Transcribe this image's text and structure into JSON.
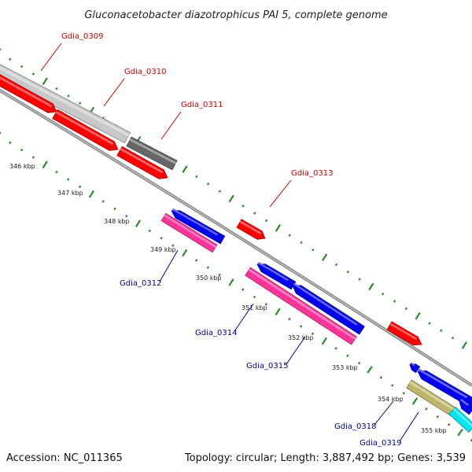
{
  "title": "Gluconacetobacter diazotrophicus PAI 5, complete genome",
  "footer": {
    "accession": "Accession: NC_011365",
    "summary": "Topology: circular; Length: 3,887,492 bp; Genes: 3,539"
  },
  "colors": {
    "forward_label": "#cc0000",
    "reverse_label": "#000099",
    "backbone": "#8c8c8c",
    "tick": "#2a8a2a"
  },
  "kbp_labels": [
    "346 kbp",
    "347 kbp",
    "348 kbp",
    "349 kbp",
    "350 kbp",
    "351 kbp",
    "352 kbp",
    "353 kbp",
    "354 kbp",
    "355 kbp"
  ],
  "genes": [
    {
      "name": "Gdia_0309",
      "strand": "forward",
      "color": "#c8c8c8"
    },
    {
      "name": "Gdia_0310",
      "strand": "forward",
      "color": "#ff0000"
    },
    {
      "name": "Gdia_0311",
      "strand": "forward",
      "color": "#666666"
    },
    {
      "name": "Gdia_0313",
      "strand": "forward",
      "color": "#ff0000"
    },
    {
      "name": "Gdia_0312",
      "strand": "reverse",
      "color": "#ff3399"
    },
    {
      "name": "Gdia_0314",
      "strand": "reverse",
      "color": "#0000ee"
    },
    {
      "name": "Gdia_0315",
      "strand": "reverse",
      "color": "#ff3399"
    },
    {
      "name": "Gdia_0318",
      "strand": "reverse",
      "color": "#bdb76b"
    },
    {
      "name": "Gdia_0319",
      "strand": "reverse",
      "color": "#00e5ee"
    }
  ]
}
